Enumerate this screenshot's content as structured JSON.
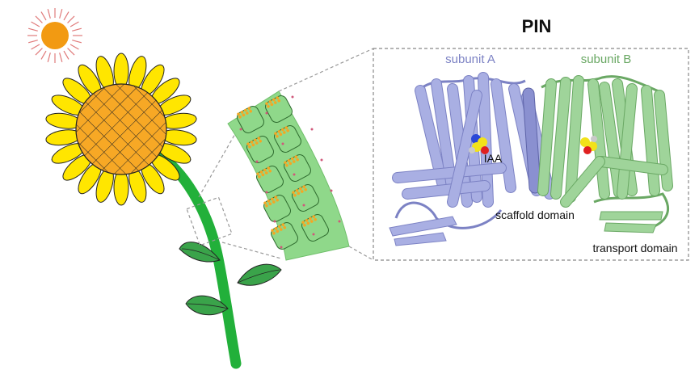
{
  "title": "PIN",
  "labels": {
    "subunit_a": "subunit A",
    "subunit_b": "subunit B",
    "ligand": "IAA",
    "scaffold": "scaffold domain",
    "transport": "transport domain"
  },
  "colors": {
    "subunit_a": "#a9afe3",
    "subunit_a_dark": "#7c82c4",
    "subunit_b": "#9fd49a",
    "subunit_b_dark": "#6aa864",
    "stem": "#22b03a",
    "leaf": "#3aa34a",
    "petal": "#ffe600",
    "flower_center": "#f7a825",
    "sun": "#f29a12",
    "sun_rays": "#e07a7a",
    "tissue": "#8fd88a",
    "pin_dots": "#f5a623",
    "cell_membrane_dots": "#d0587a"
  },
  "icons": [
    "sun-icon",
    "sunflower-illustration",
    "tissue-cells-illustration",
    "protein-structure-illustration"
  ]
}
